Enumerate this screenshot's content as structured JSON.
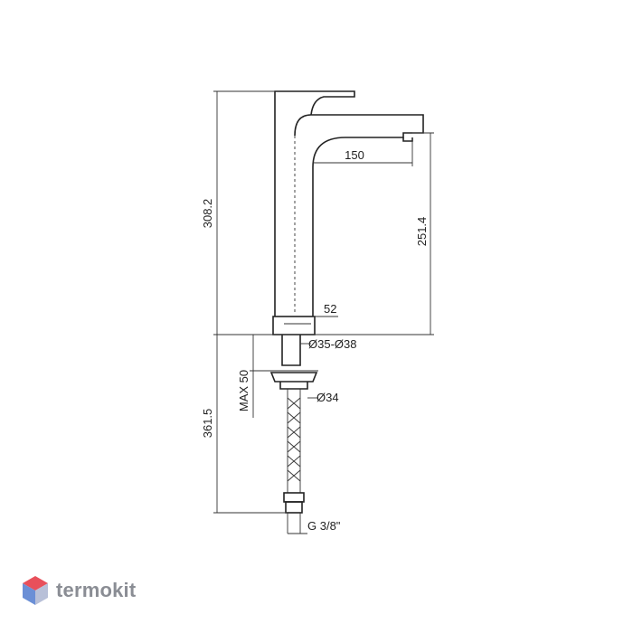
{
  "dimensions": {
    "total_height": "308.2",
    "spout_length": "150",
    "spout_height": "251.4",
    "base_width": "52",
    "hole_diameter": "Ø35-Ø38",
    "max_thickness": "MAX 50",
    "shank_diameter": "Ø34",
    "under_height": "361.5",
    "connection": "G 3/8\""
  },
  "watermark": {
    "text": "termokit",
    "logo_colors": [
      "#e8505b",
      "#6b8fd6",
      "#b8c0d8"
    ]
  }
}
